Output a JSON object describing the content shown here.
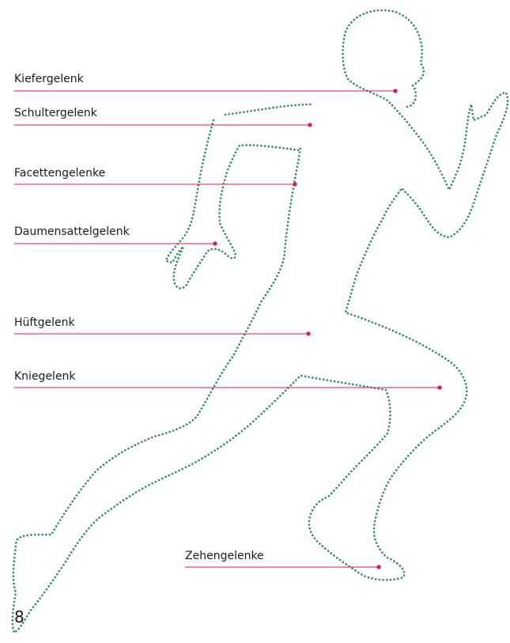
{
  "labels": {
    "jaw": "Kiefergelenk",
    "shoulder": "Schultergelenk",
    "facet": "Facettengelenke",
    "thumb": "Daumensattelgelenk",
    "hip": "Hüftgelenk",
    "knee": "Kniegelenk",
    "toe": "Zehengelenke"
  },
  "page_number": "8",
  "colors": {
    "outline": "#2e8b57",
    "leader": "#d81b4a",
    "text": "#1a1a1a"
  }
}
